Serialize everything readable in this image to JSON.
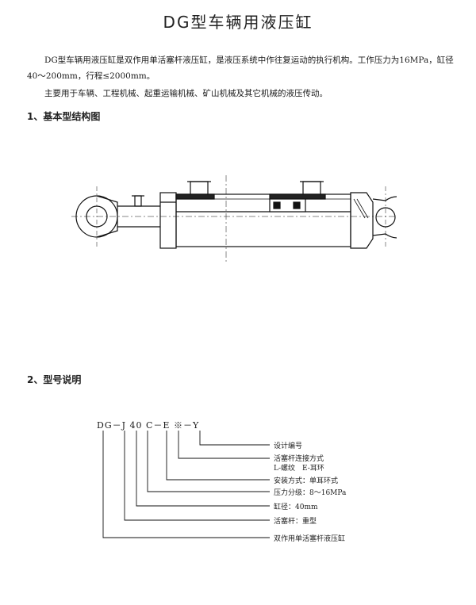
{
  "title": "DG型车辆用液压缸",
  "intro": {
    "paragraph1": "DG型车辆用液压缸是双作用单活塞杆液压缸，是液压系统中作往复运动的执行机构。工作压力为16MPa，缸径40～200mm，行程≤2000mm。",
    "paragraph2": "主要用于车辆、工程机械、起重运输机械、矿山机械及其它机械的液压传动。"
  },
  "sections": {
    "structure": "1、基本型结构图",
    "model": "2、型号说明"
  },
  "model_code": "DG－J 40 C－E ※－Y",
  "model_labels": [
    {
      "text": "设计编号"
    },
    {
      "text": "活塞杆连接方式"
    },
    {
      "text": "L-螺纹　E-耳环"
    },
    {
      "text": "安装方式：单耳环式"
    },
    {
      "text": "压力分级：8～16MPa"
    },
    {
      "text": "缸径：40mm"
    },
    {
      "text": "活塞杆：重型"
    },
    {
      "text": "双作用单活塞杆液压缸"
    }
  ]
}
